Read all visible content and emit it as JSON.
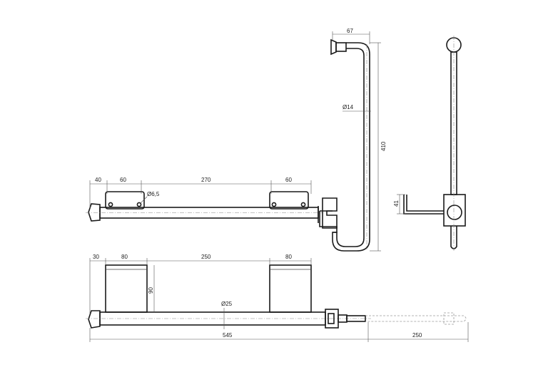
{
  "dimensions": {
    "top_bar_40": "40",
    "top_bar_60_left": "60",
    "top_bar_270": "270",
    "top_bar_60_right": "60",
    "hole_dia": "Ø6,5",
    "side_67": "67",
    "side_tube_dia": "Ø14",
    "side_410": "410",
    "end_41": "41",
    "bottom_30": "30",
    "bottom_80_left": "80",
    "bottom_250": "250",
    "bottom_80_right": "80",
    "bottom_90": "90",
    "bottom_tube_dia": "Ø25",
    "overall_545": "545",
    "extension_250": "250"
  },
  "colors": {
    "line": "#1a1a1a",
    "dimension": "#555555",
    "hidden": "#9a9a9a"
  }
}
